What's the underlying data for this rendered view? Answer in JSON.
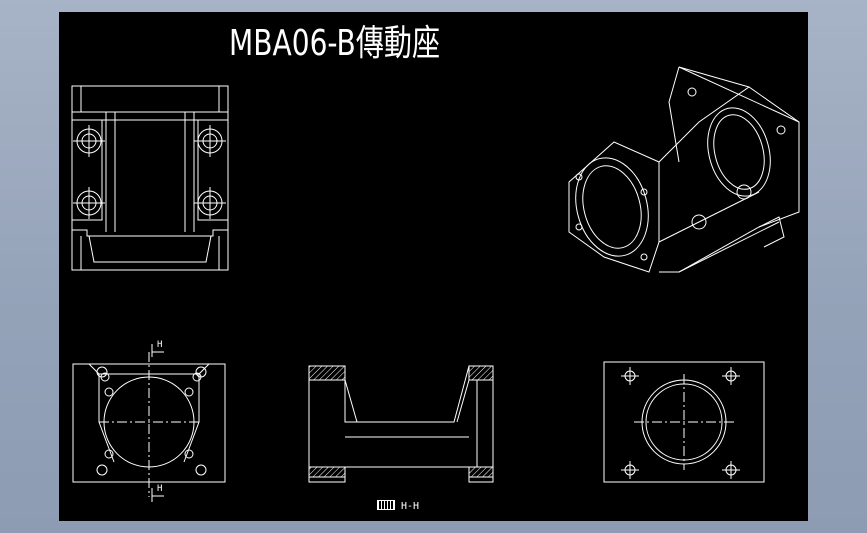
{
  "title": "MBA06-B傳動座",
  "section_label": "H-H",
  "section_marker": "H",
  "colors": {
    "background": "#000000",
    "lines": "#ffffff",
    "desktop": "#95a3b9"
  },
  "views": [
    "top-view",
    "front-view",
    "section-view",
    "side-view",
    "isometric-view"
  ]
}
